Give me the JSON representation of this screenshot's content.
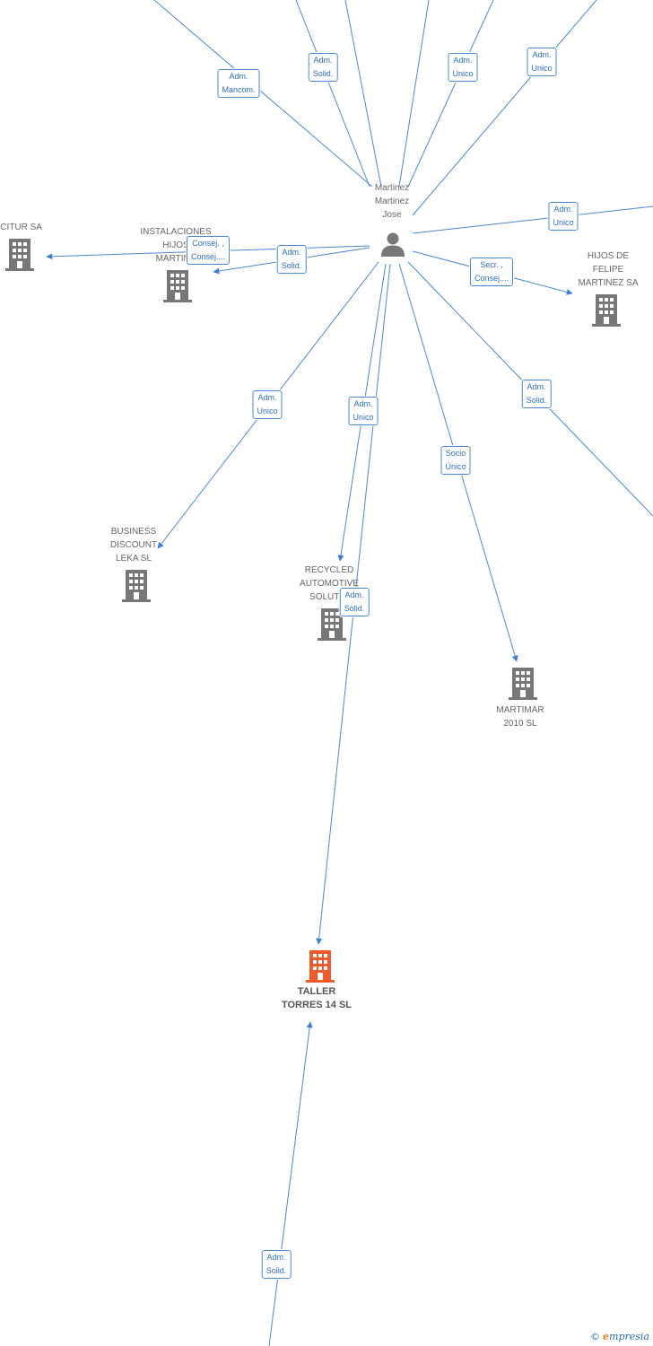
{
  "person": {
    "label": [
      "Martinez",
      "Martinez",
      "Jose"
    ]
  },
  "companies": {
    "ucitur": [
      "UCITUR SA"
    ],
    "instalaciones": [
      "INSTALACIONES",
      "HIJOS",
      "MARTINE"
    ],
    "hijos_felipe": [
      "HIJOS DE",
      "FELIPE",
      "MARTINEZ SA"
    ],
    "business": [
      "BUSINESS",
      "DISCOUNT",
      "LEKA SL"
    ],
    "recycled": [
      "RECYCLED",
      "AUTOMOTIVE",
      "SOLUTIO"
    ],
    "martimar": [
      "MARTIMAR",
      "2010 SL"
    ],
    "taller": [
      "TALLER",
      "TORRES 14 SL"
    ]
  },
  "roles": {
    "r_mancom": [
      "Adm.",
      "Mancom."
    ],
    "r_solid_top": [
      "Adm.",
      "Solid."
    ],
    "r_unico_top1": [
      "Adm.",
      "Unico"
    ],
    "r_unico_top2": [
      "Adm.",
      "Unico"
    ],
    "r_unico_right": [
      "Adm.",
      "Unico"
    ],
    "r_consej": [
      "Consej. ,",
      "Consej...."
    ],
    "r_solid_left": [
      "Adm.",
      "Solid."
    ],
    "r_secr": [
      "Secr. ,",
      "Consej...."
    ],
    "r_unico_business": [
      "Adm.",
      "Unico"
    ],
    "r_unico_recycled": [
      "Adm.",
      "Unico"
    ],
    "r_socio": [
      "Socio",
      "Único"
    ],
    "r_solid_right": [
      "Adm.",
      "Solid."
    ],
    "r_solid_taller": [
      "Adm.",
      "Solid."
    ],
    "r_solid_bottom": [
      "Adm.",
      "Solid."
    ]
  },
  "footer": {
    "copyright": "©",
    "brand_e": "e",
    "brand_rest": "mpresia"
  },
  "colors": {
    "edge": "#4a88d6",
    "building": "#777777",
    "main_building": "#f15a2b",
    "person": "#777777"
  }
}
